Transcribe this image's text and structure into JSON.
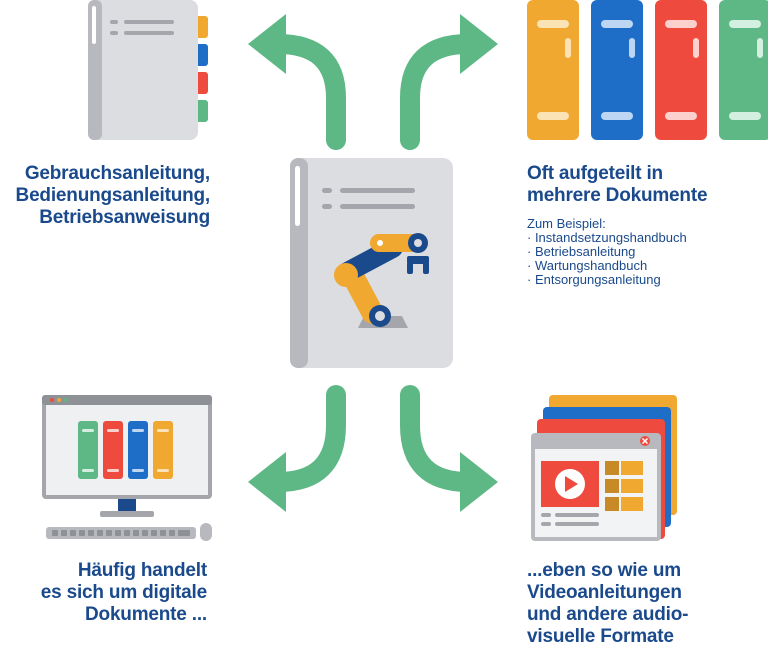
{
  "top_left": {
    "lines": [
      "Gebrauchsanleitung,",
      "Bedienungsanleitung,",
      "Betriebsanweisung"
    ]
  },
  "top_right": {
    "lines": [
      "Oft aufgeteilt in",
      "mehrere Dokumente"
    ],
    "sub_title": "Zum Beispiel:",
    "items": [
      "· Instandsetzungshandbuch",
      "· Betriebsanleitung",
      "· Wartungshandbuch",
      "· Entsorgungsanleitung"
    ]
  },
  "bottom_left": {
    "lines": [
      "Häufig handelt",
      "es sich um digitale",
      "Dokumente ..."
    ]
  },
  "bottom_right": {
    "lines": [
      "...eben so wie um",
      "Videoanleitungen",
      "und andere audio-",
      "visuelle Formate"
    ]
  },
  "icons": {
    "center": "robot-arm-manual-icon",
    "top_left": "binder-with-tabs-icon",
    "top_right": "binders-row-icon",
    "bottom_left": "monitor-with-binders-icon",
    "bottom_right": "video-windows-icon"
  },
  "colors": {
    "heading_text": "#1a4a8c",
    "arrow": "#5db885",
    "binder_yellow": "#f0a830",
    "binder_blue": "#1e6ec8",
    "binder_red": "#ee4a3e",
    "binder_green": "#5db885",
    "document_gray": "#dcdde0"
  }
}
